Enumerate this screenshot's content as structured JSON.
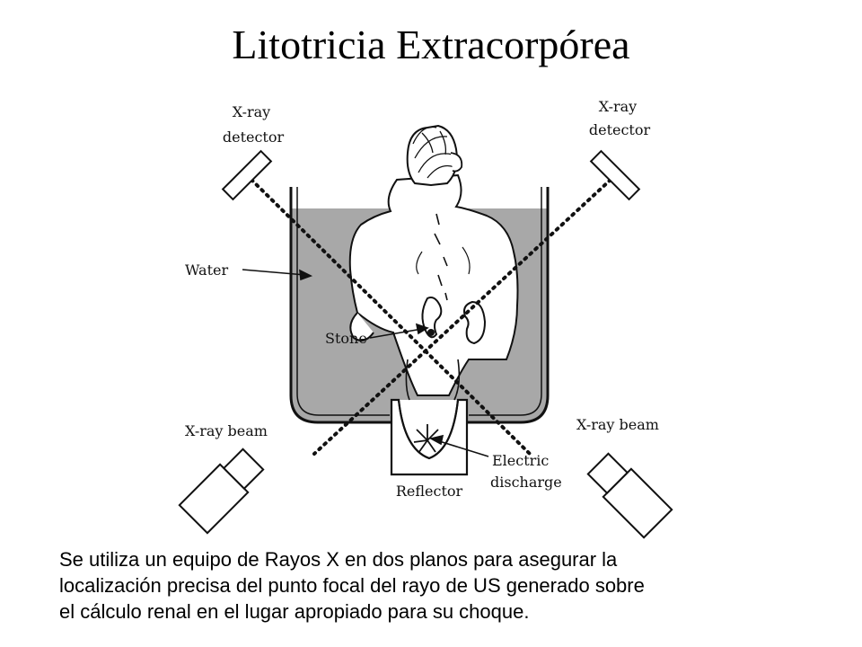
{
  "title": "Litotricia Extracorpórea",
  "diagram": {
    "labels": {
      "detector_left_line1": "X-ray",
      "detector_left_line2": "detector",
      "detector_right_line1": "X-ray",
      "detector_right_line2": "detector",
      "water": "Water",
      "stone": "Stone",
      "beam_left": "X-ray beam",
      "beam_right": "X-ray beam",
      "electric_line1": "Electric",
      "electric_line2": "discharge",
      "reflector": "Reflector"
    }
  },
  "caption": {
    "line1": "Se utiliza un equipo de Rayos X en dos planos para asegurar la",
    "line2": "localización precisa del punto focal del rayo de US generado sobre",
    "line3": "el cálculo renal en el lugar apropiado para su choque."
  },
  "colors": {
    "water": "#a8a8a8",
    "ink": "#111111"
  }
}
